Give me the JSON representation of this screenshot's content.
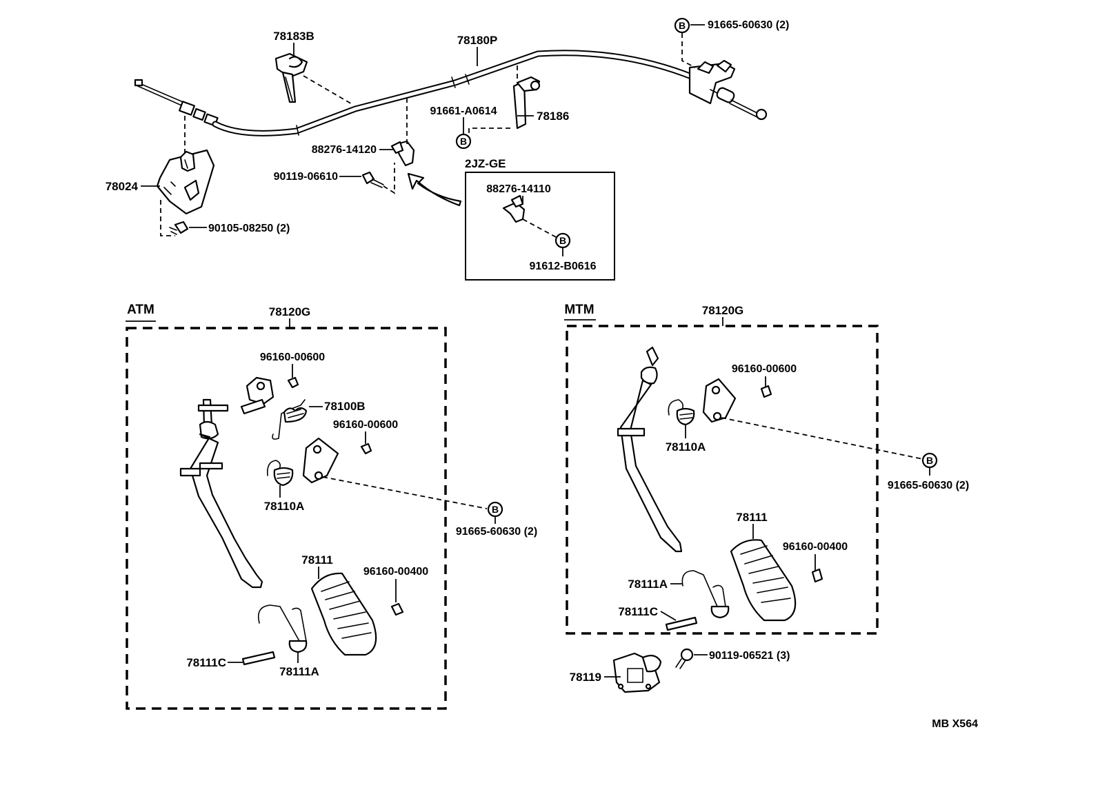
{
  "top": {
    "p78183B": "78183B",
    "p78180P": "78180P",
    "p91665_top": "91665-60630 (2)",
    "p91661": "91661-A0614",
    "p78186": "78186",
    "p88276_14120": "88276-14120",
    "p90119_06610": "90119-06610",
    "p78024": "78024",
    "p90105": "90105-08250 (2)",
    "inset_title": "2JZ-GE",
    "p88276_14110": "88276-14110",
    "p91612": "91612-B0616"
  },
  "atm": {
    "title": "ATM",
    "p78120G": "78120G",
    "p96160_a": "96160-00600",
    "p78100B": "78100B",
    "p96160_b": "96160-00600",
    "p78110A": "78110A",
    "p91665": "91665-60630 (2)",
    "p78111": "78111",
    "p96160_400": "96160-00400",
    "p78111C": "78111C",
    "p78111A": "78111A"
  },
  "mtm": {
    "title": "MTM",
    "p78120G": "78120G",
    "p96160_600": "96160-00600",
    "p78110A": "78110A",
    "p91665": "91665-60630 (2)",
    "p78111": "78111",
    "p96160_400": "96160-00400",
    "p78111A": "78111A",
    "p78111C": "78111C",
    "p78119": "78119",
    "p90119_06521": "90119-06521 (3)"
  },
  "bolt_marker": "B",
  "footer_code": "MB X564"
}
